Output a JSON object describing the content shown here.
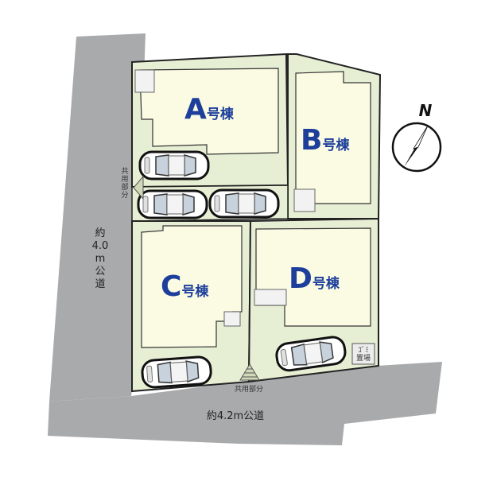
{
  "plots": {
    "a": {
      "letter": "A",
      "suffix": "号棟"
    },
    "b": {
      "letter": "B",
      "suffix": "号棟"
    },
    "c": {
      "letter": "C",
      "suffix": "号棟"
    },
    "d": {
      "letter": "D",
      "suffix": "号棟"
    }
  },
  "roads": {
    "west": {
      "lines": [
        "約",
        "4.0",
        "m",
        "公",
        "道"
      ]
    },
    "south": {
      "label": "約4.2m公道"
    }
  },
  "shared_area": {
    "upper_chars": [
      "共",
      "用",
      "部",
      "分"
    ],
    "lower_label": "共用部分"
  },
  "corner_box": {
    "line1": "ｺﾞﾐ",
    "line2": "置場"
  },
  "compass": {
    "label": "N"
  },
  "colors": {
    "road": "#a9aaab",
    "lot": "#e6eed4",
    "building": "#fbfbe3",
    "outline": "#222222",
    "label_blue": "#1d3f9b"
  }
}
